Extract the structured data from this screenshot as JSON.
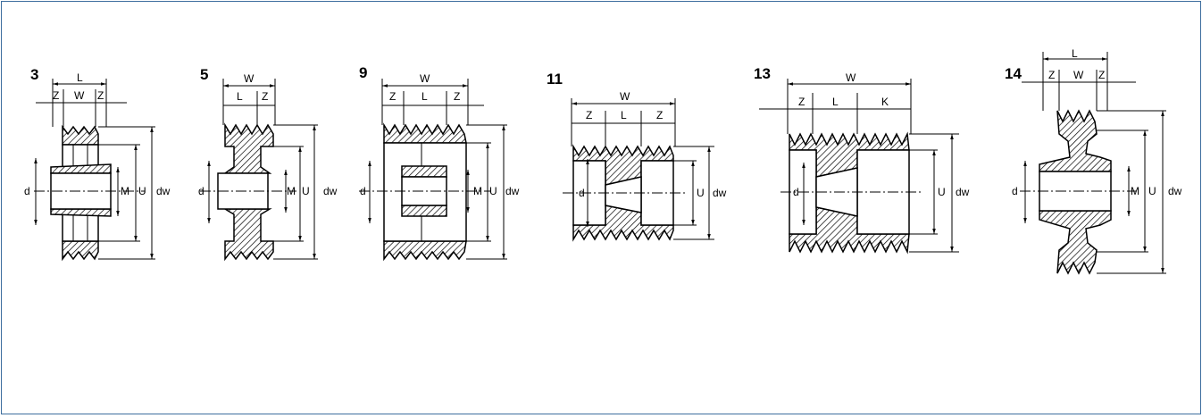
{
  "figures": [
    {
      "id": "3",
      "labels": {
        "top": "L",
        "row2": [
          "Z",
          "W",
          "Z"
        ],
        "side": [
          "d",
          "M",
          "U",
          "dw"
        ]
      }
    },
    {
      "id": "5",
      "labels": {
        "top": "W",
        "row2": [
          "L",
          "Z"
        ],
        "side": [
          "d",
          "M",
          "U",
          "dw"
        ]
      }
    },
    {
      "id": "9",
      "labels": {
        "top": "W",
        "row2": [
          "Z",
          "L",
          "Z"
        ],
        "side": [
          "d",
          "M",
          "U",
          "dw"
        ]
      }
    },
    {
      "id": "11",
      "labels": {
        "top": "W",
        "row2": [
          "Z",
          "L",
          "Z"
        ],
        "side": [
          "d",
          "U",
          "dw"
        ]
      }
    },
    {
      "id": "13",
      "labels": {
        "top": "W",
        "row2": [
          "Z",
          "L",
          "K"
        ],
        "side": [
          "d",
          "U",
          "dw"
        ]
      }
    },
    {
      "id": "14",
      "labels": {
        "top": "L",
        "row2": [
          "Z",
          "W",
          "Z"
        ],
        "side": [
          "d",
          "M",
          "U",
          "dw"
        ]
      }
    }
  ],
  "colors": {
    "frame_border": "#3d6e9e",
    "line": "#000000"
  }
}
